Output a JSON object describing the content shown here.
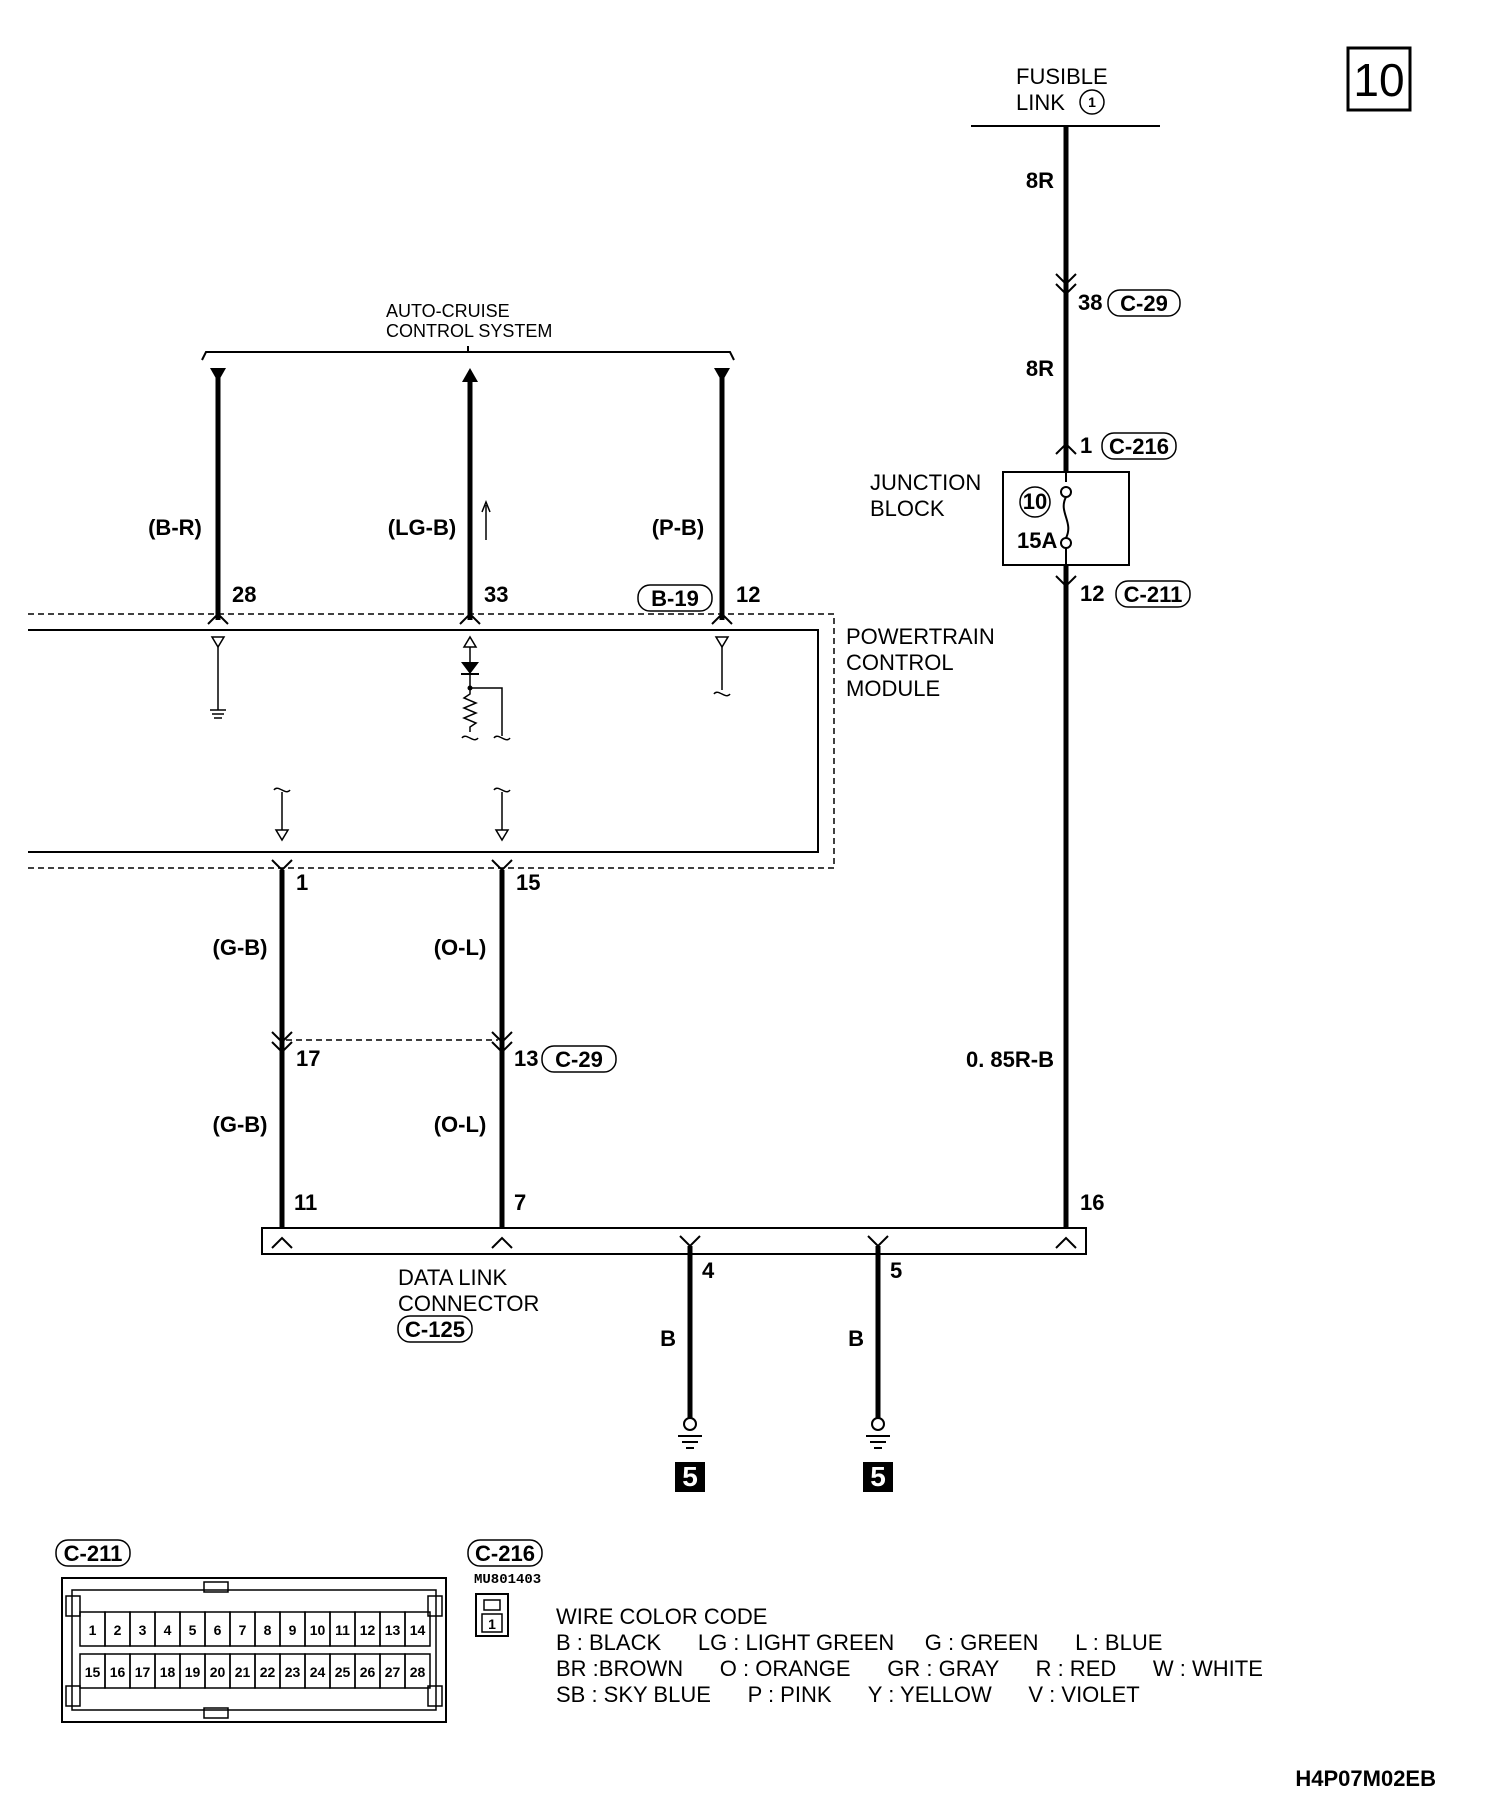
{
  "page_number": "10",
  "fusible_link": {
    "label_line1": "FUSIBLE",
    "label_line2": "LINK",
    "number": "1"
  },
  "acs": {
    "line1": "AUTO-CRUISE",
    "line2": "CONTROL SYSTEM"
  },
  "pcm": {
    "line1": "POWERTRAIN",
    "line2": "CONTROL",
    "line3": "MODULE",
    "connector": "B-19",
    "pins": {
      "p28": "28",
      "p33": "33",
      "p12": "12",
      "p1": "1",
      "p15": "15"
    }
  },
  "wires": {
    "br": "(B-R)",
    "lgb": "(LG-B)",
    "pb": "(P-B)",
    "gb1": "(G-B)",
    "ol1": "(O-L)",
    "gb2": "(G-B)",
    "ol2": "(O-L)",
    "r8a": "8R",
    "r8b": "8R",
    "rb085": "0. 85R-B",
    "b4": "B",
    "b5": "B"
  },
  "junction_block": {
    "line1": "JUNCTION",
    "line2": "BLOCK",
    "fuse_number": "10",
    "fuse_rating": "15A",
    "pin_in": "1",
    "conn_in": "C-216",
    "pin_out": "12",
    "conn_out": "C-211"
  },
  "c29": {
    "pin38": "38",
    "conn_a": "C-29",
    "pin17": "17",
    "pin13": "13",
    "conn_b": "C-29"
  },
  "dlc": {
    "line1": "DATA LINK",
    "line2": "CONNECTOR",
    "connector": "C-125",
    "pins": {
      "p11": "11",
      "p7": "7",
      "p16": "16",
      "p4": "4",
      "p5": "5"
    }
  },
  "ground": {
    "g1": "5",
    "g2": "5"
  },
  "c211_view": {
    "label": "C-211",
    "row1": [
      "1",
      "2",
      "3",
      "4",
      "5",
      "6",
      "7",
      "8",
      "9",
      "10",
      "11",
      "12",
      "13",
      "14"
    ],
    "row2": [
      "15",
      "16",
      "17",
      "18",
      "19",
      "20",
      "21",
      "22",
      "23",
      "24",
      "25",
      "26",
      "27",
      "28"
    ]
  },
  "c216_view": {
    "label": "C-216",
    "part": "MU801403",
    "pin": "1"
  },
  "legend": {
    "title": "WIRE COLOR CODE",
    "line1": "B : BLACK      LG : LIGHT GREEN     G : GREEN      L : BLUE",
    "line2": "BR :BROWN      O : ORANGE      GR : GRAY      R : RED      W : WHITE",
    "line3": "SB : SKY BLUE      P : PINK      Y : YELLOW      V : VIOLET"
  },
  "doc_code": "H4P07M02EB"
}
